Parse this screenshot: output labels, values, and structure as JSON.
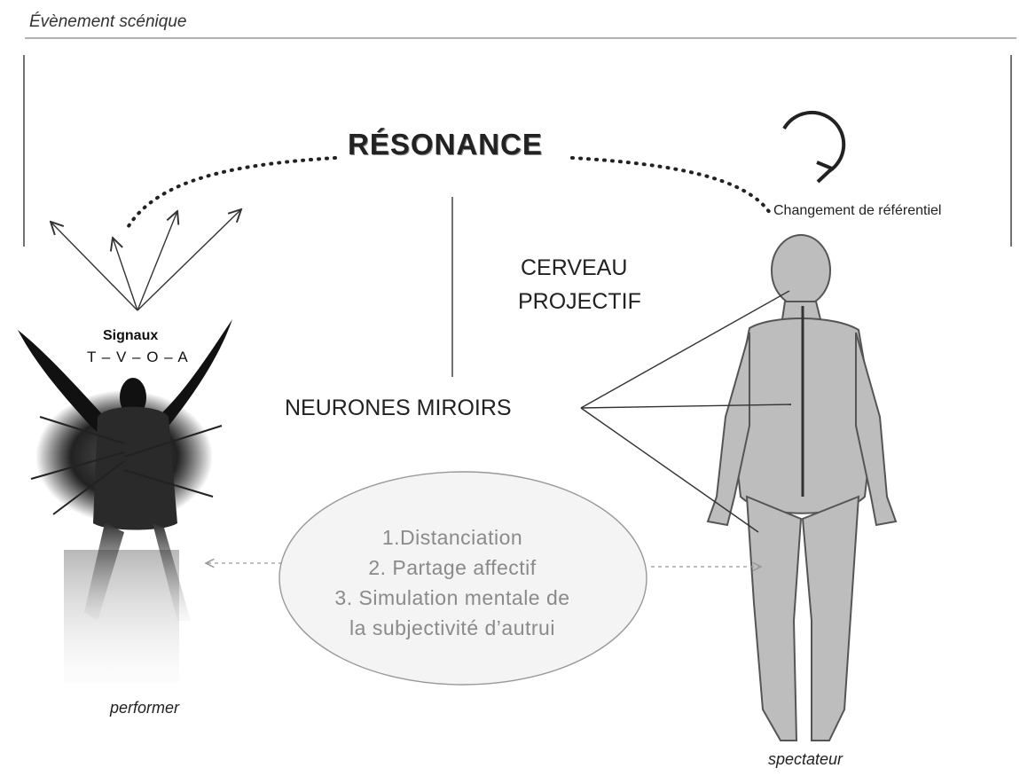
{
  "header": {
    "event_label": "Évènement scénique"
  },
  "resonance": {
    "title": "RÉSONANCE",
    "change_label": "Changement de référentiel"
  },
  "performer": {
    "signals_title": "Signaux",
    "signals_code": "T – V – O – A",
    "label": "performer"
  },
  "brain": {
    "line1": "CERVEAU",
    "line2": "PROJECTIF"
  },
  "mirror": {
    "label": "NEURONES MIROIRS"
  },
  "steps": [
    "1.Distanciation",
    "2. Partage affectif",
    "3. Simulation mentale de",
    "la subjectivité d’autrui"
  ],
  "spectator": {
    "label": "spectateur"
  },
  "colors": {
    "ink": "#222222",
    "grey_text": "#8a8a8a",
    "ellipse_fill": "#f4f4f4"
  }
}
